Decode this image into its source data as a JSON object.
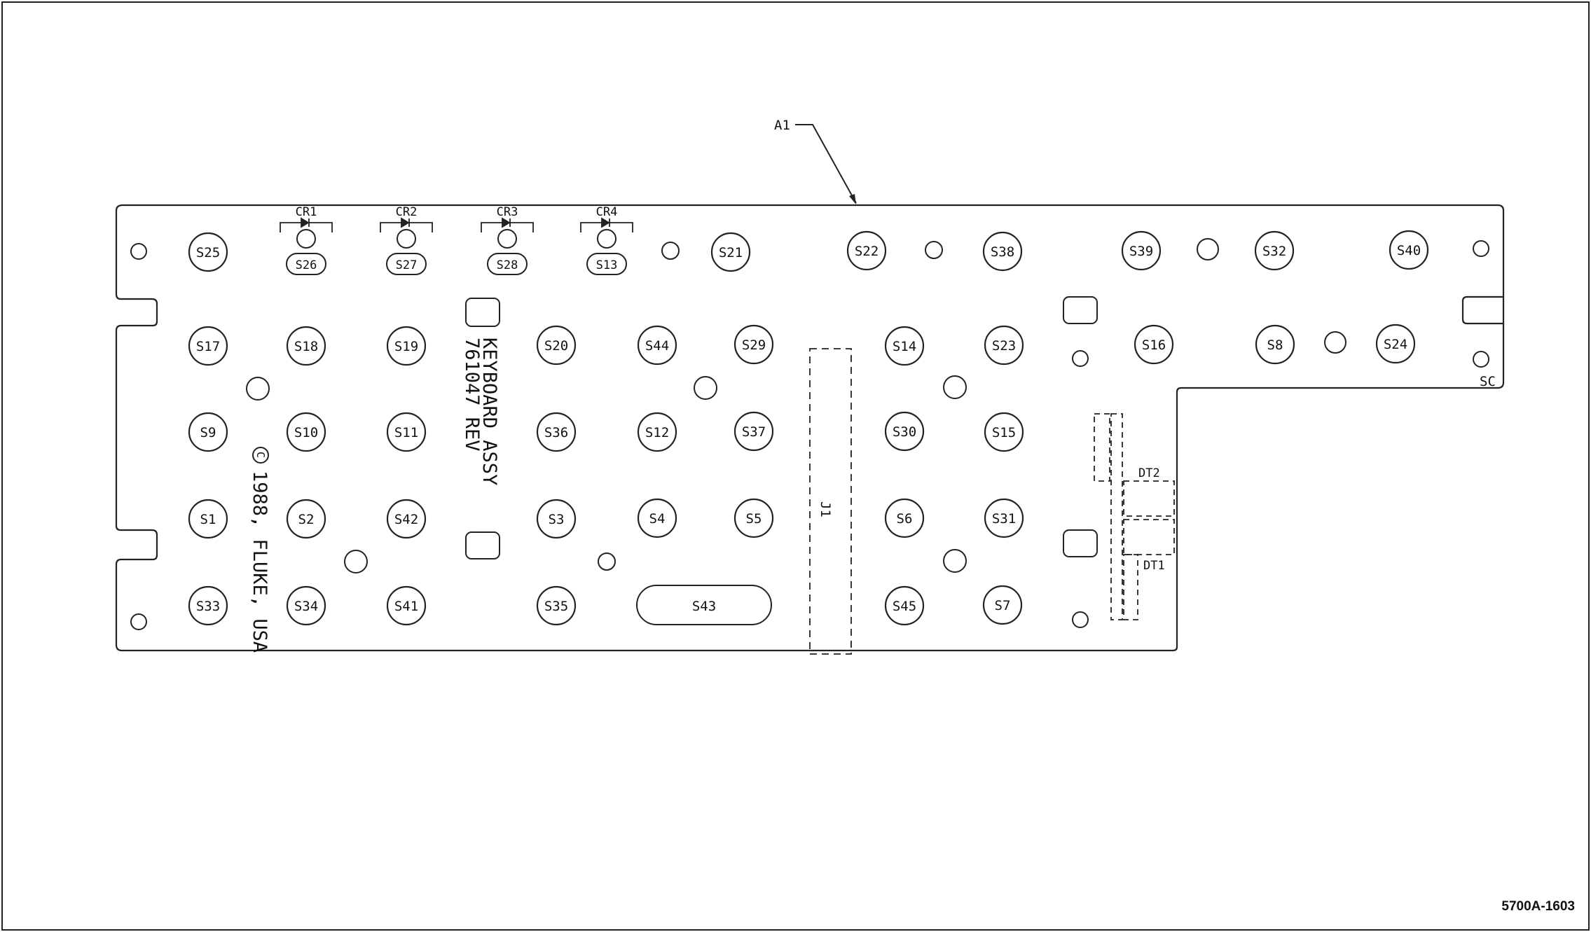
{
  "assembly_ref": "A1",
  "corner_mark": "SC",
  "figure_number": "5700A-1603",
  "board_title": "KEYBOARD ASSY",
  "board_part": "761047 REV",
  "copyright": "1988, FLUKE, USA",
  "copyright_symbol": "C",
  "connector": "J1",
  "displays": [
    "DT2",
    "DT1"
  ],
  "diodes": [
    "CR1",
    "CR2",
    "CR3",
    "CR4"
  ],
  "small_switches": [
    "S26",
    "S27",
    "S28",
    "S13"
  ],
  "wide_switch": "S43",
  "switches": [
    "S25",
    "S21",
    "S22",
    "S38",
    "S39",
    "S32",
    "S40",
    "S17",
    "S18",
    "S19",
    "S20",
    "S44",
    "S29",
    "S14",
    "S23",
    "S16",
    "S8",
    "S24",
    "S9",
    "S10",
    "S11",
    "S36",
    "S12",
    "S37",
    "S30",
    "S15",
    "S1",
    "S2",
    "S42",
    "S3",
    "S4",
    "S5",
    "S6",
    "S31",
    "S33",
    "S34",
    "S41",
    "S35",
    "S45",
    "S7"
  ]
}
